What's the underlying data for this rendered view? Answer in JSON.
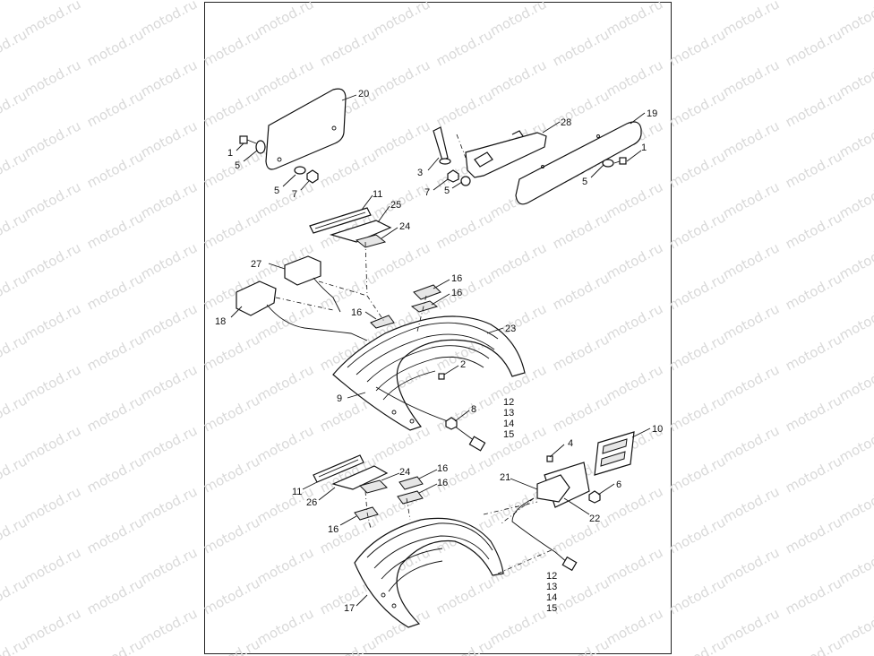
{
  "watermark": {
    "text": "motod.ru"
  },
  "diagram": {
    "labels": {
      "p1a": "1",
      "p5a": "5",
      "p5b": "5",
      "p7a": "7",
      "p20": "20",
      "p3": "3",
      "p7b": "7",
      "p5c": "5",
      "p28": "28",
      "p19": "19",
      "p1b": "1",
      "p5d": "5",
      "p11a": "11",
      "p25": "25",
      "p24a": "24",
      "p27": "27",
      "p18": "18",
      "p16a": "16",
      "p16b": "16",
      "p16c": "16",
      "p23": "23",
      "p2": "2",
      "p9": "9",
      "p8": "8",
      "p12a": "12",
      "p13a": "13",
      "p14a": "14",
      "p15a": "15",
      "p4": "4",
      "p10": "10",
      "p21": "21",
      "p6": "6",
      "p22": "22",
      "p11b": "11",
      "p26": "26",
      "p24b": "24",
      "p16d": "16",
      "p16e": "16",
      "p16f": "16",
      "p17": "17",
      "p12b": "12",
      "p13b": "13",
      "p14b": "14",
      "p15b": "15"
    }
  }
}
